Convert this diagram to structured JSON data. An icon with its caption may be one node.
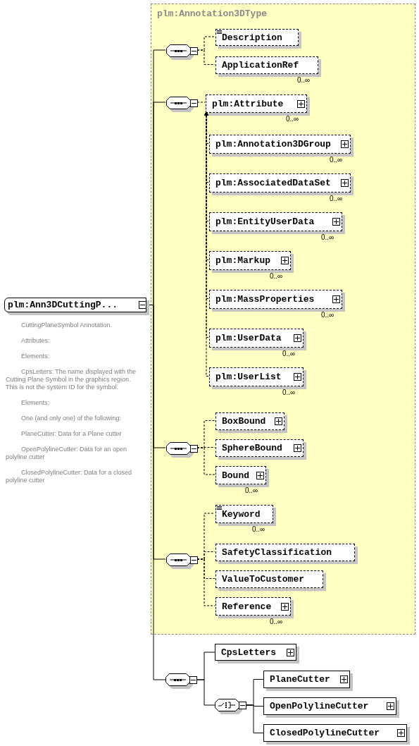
{
  "diagram": {
    "nodes": [
      {
        "text": [
          "plm:Ann3DCuttingP..."
        ],
        "beside": [
          "CuttingPlaneSymbol Annotation.",
          "Attributes:",
          "Elements:",
          "CpsLetters: The name displayed with the Cutting Plane Symbol in the graphics region. This is not the system ID for the symbol.",
          "Elements:",
          "One (and only one) of the following:",
          "PlaneCutter: Data for a Plane cutter",
          "OpenPolylineCutter: Data for an open polyline cutter",
          "ClosedPolylineCutter: Data for a closed polyline cutter"
        ]
      },
      {
        "text": [
          "plm:Annotation3DType"
        ]
      },
      {
        "text": [],
        "shape": "octagon",
        "in": 1
      },
      {
        "text": [
          "Description"
        ],
        "in": 1
      },
      {
        "text": [
          "ApplicationRef"
        ],
        "beside": [
          "0..∞"
        ],
        "in": 1
      },
      {
        "text": [],
        "shape": "octagon",
        "in": 1
      },
      {
        "text": [
          "plm:Attribute"
        ],
        "beside": [
          "0..∞"
        ],
        "in": 1
      },
      {
        "text": [
          "plm:Annotation3DGroup"
        ],
        "beside": [
          "0..∞"
        ],
        "in": 1
      },
      {
        "text": [
          "plm:AssociatedDataSet"
        ],
        "beside": [
          "0..∞"
        ],
        "in": 1
      },
      {
        "text": [
          "plm:EntityUserData"
        ],
        "beside": [
          "0..∞"
        ],
        "in": 1
      },
      {
        "text": [
          "plm:Markup"
        ],
        "beside": [
          "0..∞"
        ],
        "in": 1
      },
      {
        "text": [
          "plm:MassProperties"
        ],
        "beside": [
          "0..∞"
        ],
        "in": 1
      },
      {
        "text": [
          "plm:UserData"
        ],
        "beside": [
          "0..∞"
        ],
        "in": 1
      },
      {
        "text": [
          "plm:UserList"
        ],
        "beside": [
          "0..∞"
        ],
        "in": 1
      },
      {
        "text": [],
        "shape": "octagon",
        "in": 1
      },
      {
        "text": [
          "BoxBound"
        ],
        "in": 1
      },
      {
        "text": [
          "SphereBound"
        ],
        "in": 1
      },
      {
        "text": [
          "Bound"
        ],
        "beside": [
          "0..∞"
        ],
        "in": 1
      },
      {
        "text": [],
        "shape": "octagon",
        "in": 1
      },
      {
        "text": [
          "Keyword"
        ],
        "beside": [
          "0..∞"
        ],
        "in": 1
      },
      {
        "text": [
          "SafetyClassification"
        ],
        "in": 1
      },
      {
        "text": [
          "ValueToCustomer"
        ],
        "in": 1
      },
      {
        "text": [
          "Reference"
        ],
        "beside": [
          "0..∞"
        ],
        "in": 1
      },
      {
        "text": [],
        "shape": "octagon"
      },
      {
        "text": [
          "CpsLetters"
        ]
      },
      {
        "text": [],
        "shape": "octagon"
      },
      {
        "text": [
          "PlaneCutter"
        ]
      },
      {
        "text": [
          "OpenPolylineCutter"
        ]
      },
      {
        "text": [
          "ClosedPolylineCutter"
        ]
      }
    ],
    "edges": [
      {
        "from": 0,
        "to": 2,
        "arrow": "none"
      },
      {
        "from": 0,
        "to": 5,
        "arrow": "none"
      },
      {
        "from": 0,
        "to": 14,
        "arrow": "none"
      },
      {
        "from": 0,
        "to": 18,
        "arrow": "none"
      },
      {
        "from": 0,
        "to": 23,
        "arrow": "none"
      },
      {
        "from": 2,
        "to": 3,
        "arrow": "none",
        "style": "dashed"
      },
      {
        "from": 2,
        "to": 4,
        "arrow": "none",
        "style": "dashed"
      },
      {
        "from": 5,
        "to": 6,
        "arrow": "none",
        "style": "dashed"
      },
      {
        "from": 7,
        "to": 6,
        "arrow": "to",
        "style": "dashed"
      },
      {
        "from": 8,
        "to": 6,
        "arrow": "to",
        "style": "dashed"
      },
      {
        "from": 9,
        "to": 6,
        "arrow": "to",
        "style": "dashed"
      },
      {
        "from": 10,
        "to": 6,
        "arrow": "to",
        "style": "dashed"
      },
      {
        "from": 11,
        "to": 6,
        "arrow": "to",
        "style": "dashed"
      },
      {
        "from": 12,
        "to": 6,
        "arrow": "to",
        "style": "dashed"
      },
      {
        "from": 13,
        "to": 6,
        "arrow": "to",
        "style": "dashed"
      },
      {
        "from": 14,
        "to": 15,
        "arrow": "none",
        "style": "dashed"
      },
      {
        "from": 14,
        "to": 16,
        "arrow": "none",
        "style": "dashed"
      },
      {
        "from": 14,
        "to": 17,
        "arrow": "none",
        "style": "dashed"
      },
      {
        "from": 18,
        "to": 19,
        "arrow": "none",
        "style": "dashed"
      },
      {
        "from": 18,
        "to": 20,
        "arrow": "none",
        "style": "dashed"
      },
      {
        "from": 18,
        "to": 21,
        "arrow": "none",
        "style": "dashed"
      },
      {
        "from": 18,
        "to": 22,
        "arrow": "none",
        "style": "dashed"
      },
      {
        "from": 23,
        "to": 24,
        "arrow": "none"
      },
      {
        "from": 23,
        "to": 25,
        "arrow": "none"
      },
      {
        "from": 25,
        "to": 26,
        "arrow": "none"
      },
      {
        "from": 25,
        "to": 27,
        "arrow": "none"
      },
      {
        "from": 25,
        "to": 28,
        "arrow": "none"
      }
    ]
  }
}
